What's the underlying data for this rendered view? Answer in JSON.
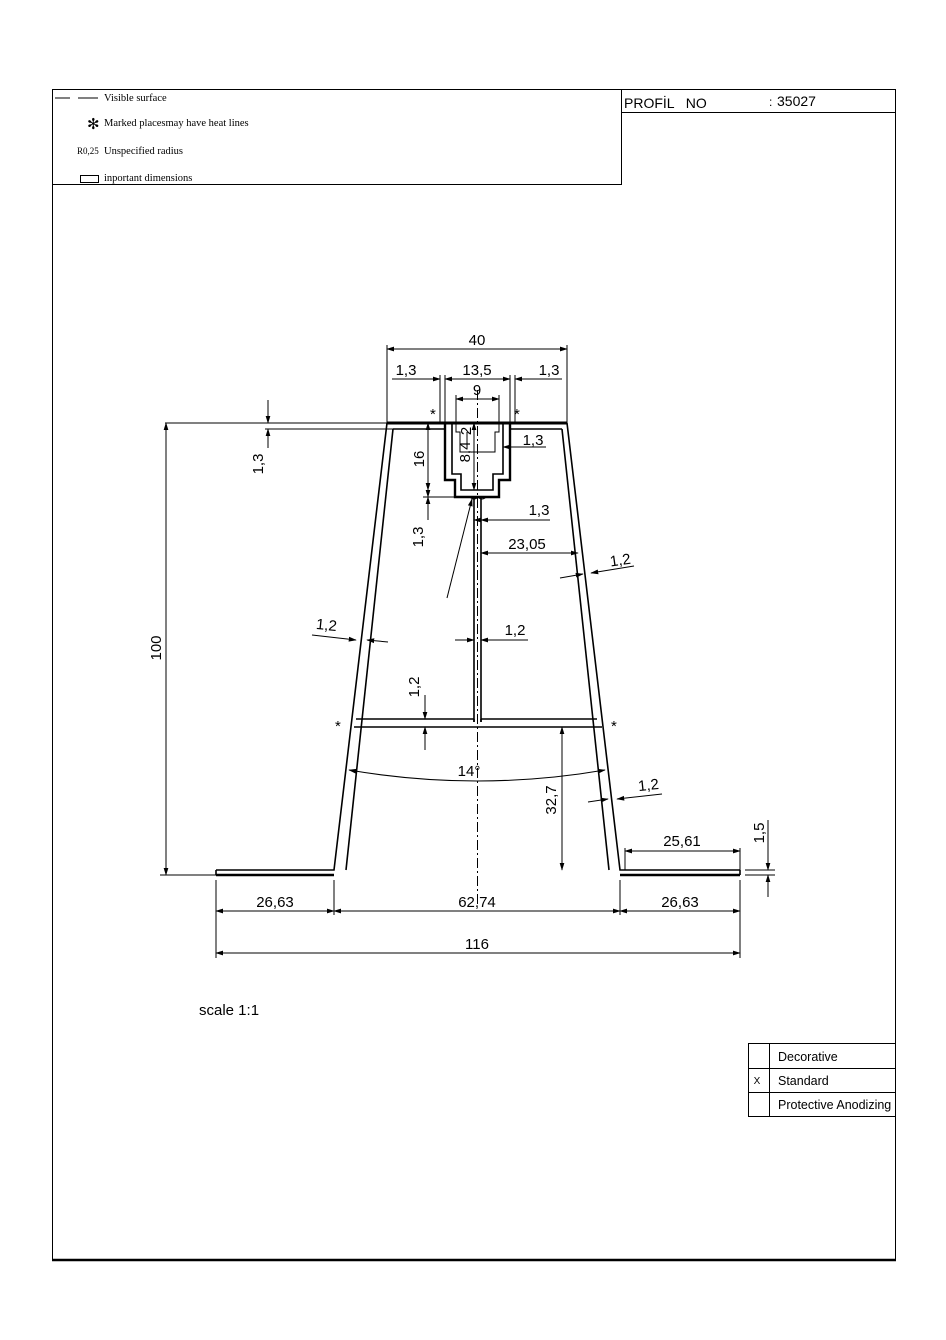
{
  "legend": {
    "visible_surface": "Visible surface",
    "heat_lines_symbol": "✻",
    "heat_lines": "Marked placesmay have heat lines",
    "radius_symbol": "R0,25",
    "radius": "Unspecified radius",
    "important_dims": "inportant dimensions"
  },
  "title_block": {
    "profile_label": "PROFİL   NO",
    "separator": ":",
    "profile_no": "35027"
  },
  "dimensions": {
    "top_width": "40",
    "wall_left": "1,3",
    "channel_width": "13,5",
    "wall_right": "1,3",
    "slot_width": "9",
    "slot_top": "2",
    "top_thickness": "1,3",
    "channel_depth": "16",
    "slot_depth": "8,4",
    "channel_wall": "1,3",
    "channel_bottom": "1,3",
    "rib_left": "1,3",
    "rib_to_wall": "23,05",
    "outer_wall_right": "1,2",
    "outer_wall_left": "1,2",
    "rib_thickness": "1,2",
    "crossbar_thickness": "1,2",
    "angle": "14°",
    "lower_wall_right": "1,2",
    "crossbar_height": "32,7",
    "flange_length": "25,61",
    "flange_thickness": "1,5",
    "total_height": "100",
    "flange_left": "26,63",
    "base_width": "62,74",
    "flange_right": "26,63",
    "total_width": "116"
  },
  "heat_marks": [
    "*",
    "*",
    "*",
    "*"
  ],
  "scale": "scale 1:1",
  "finish_table": [
    {
      "mark": "",
      "label": "Decorative"
    },
    {
      "mark": "X",
      "label": "Standard"
    },
    {
      "mark": "",
      "label": "Protective Anodizing"
    }
  ]
}
